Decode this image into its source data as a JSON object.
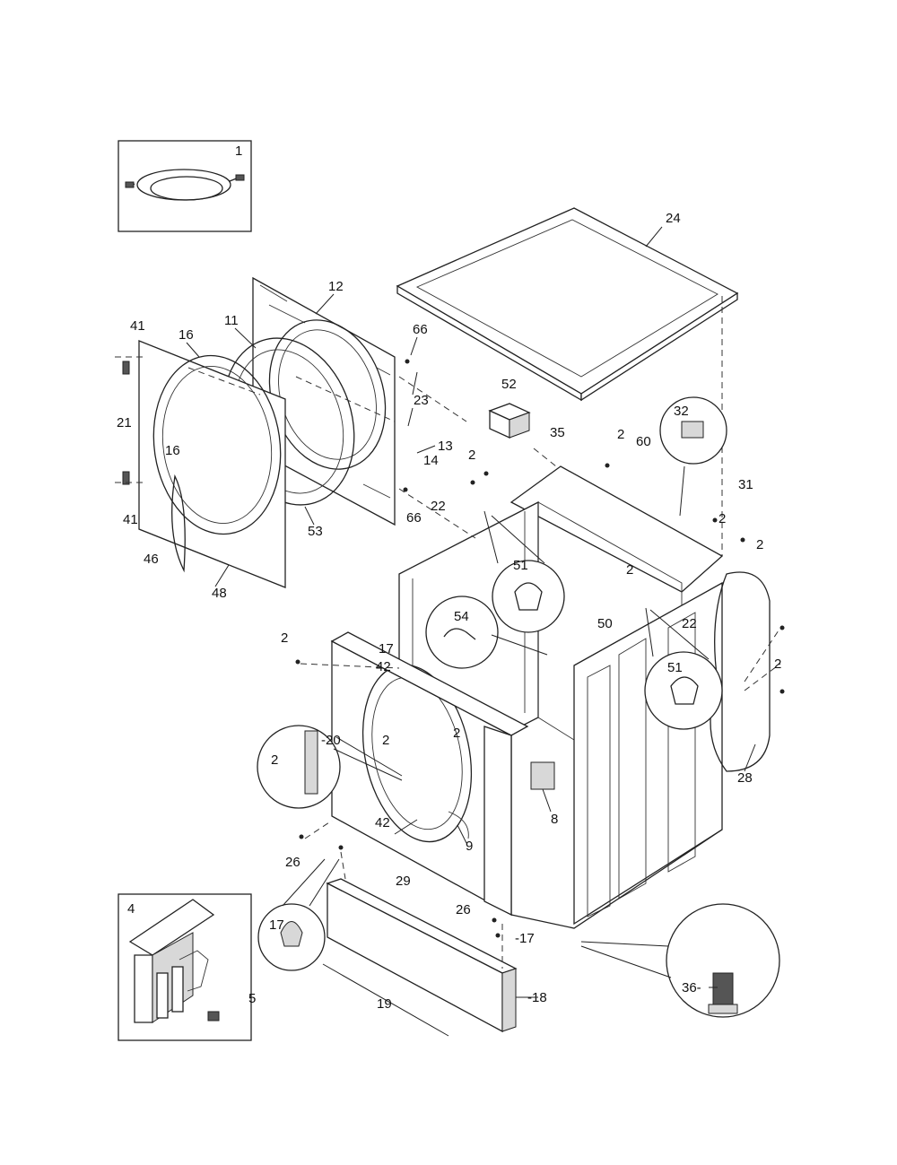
{
  "diagram": {
    "callouts": {
      "c1": "1",
      "c24": "24",
      "c12": "12",
      "c11": "11",
      "c16a": "16",
      "c41a": "41",
      "c66a": "66",
      "c23": "23",
      "c13": "13",
      "c14": "14",
      "c21": "21",
      "c16b": "16",
      "c41b": "41",
      "c53": "53",
      "c66b": "66",
      "c46": "46",
      "c48": "48",
      "c52": "52",
      "c32": "32",
      "c35": "35",
      "c2a": "2",
      "c60": "60",
      "c2b": "2",
      "c22a": "22",
      "c31": "31",
      "c2c": "2",
      "c2d": "2",
      "c51a": "51",
      "c2e": "2",
      "c54": "54",
      "c50": "50",
      "c22b": "22",
      "c2f": "2",
      "c17a": "17",
      "c2g": "2",
      "c51b": "51",
      "c42a": "42",
      "c2h": "2",
      "c20": "-20",
      "c2i": "2",
      "c2j": "2",
      "c28": "28",
      "c8": "8",
      "c42b": "42",
      "c9": "9",
      "c26a": "26",
      "c29": "29",
      "c4": "4",
      "c26b": "26",
      "c17b": "17",
      "c17c": "-17",
      "c5": "5",
      "c19": "19",
      "c18": "-18",
      "c36": "36-"
    }
  }
}
